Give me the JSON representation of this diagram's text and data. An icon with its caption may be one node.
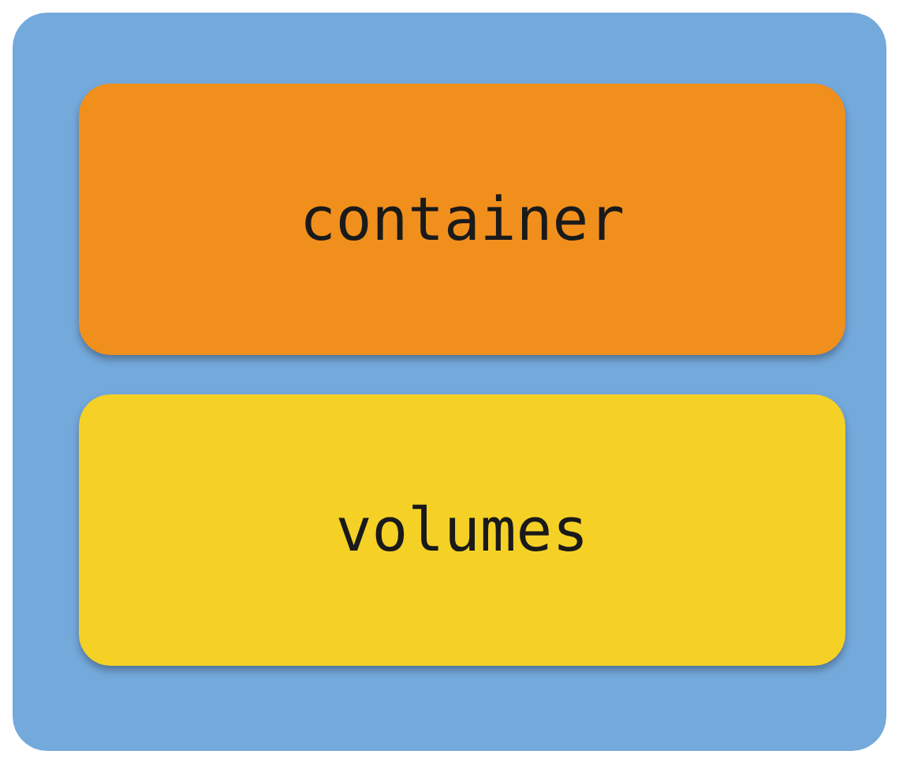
{
  "diagram": {
    "nodes": [
      {
        "text": [],
        "shape": "box"
      },
      {
        "text": [
          "container"
        ],
        "in": 0
      },
      {
        "text": [
          "volumes"
        ],
        "in": 0
      }
    ]
  }
}
